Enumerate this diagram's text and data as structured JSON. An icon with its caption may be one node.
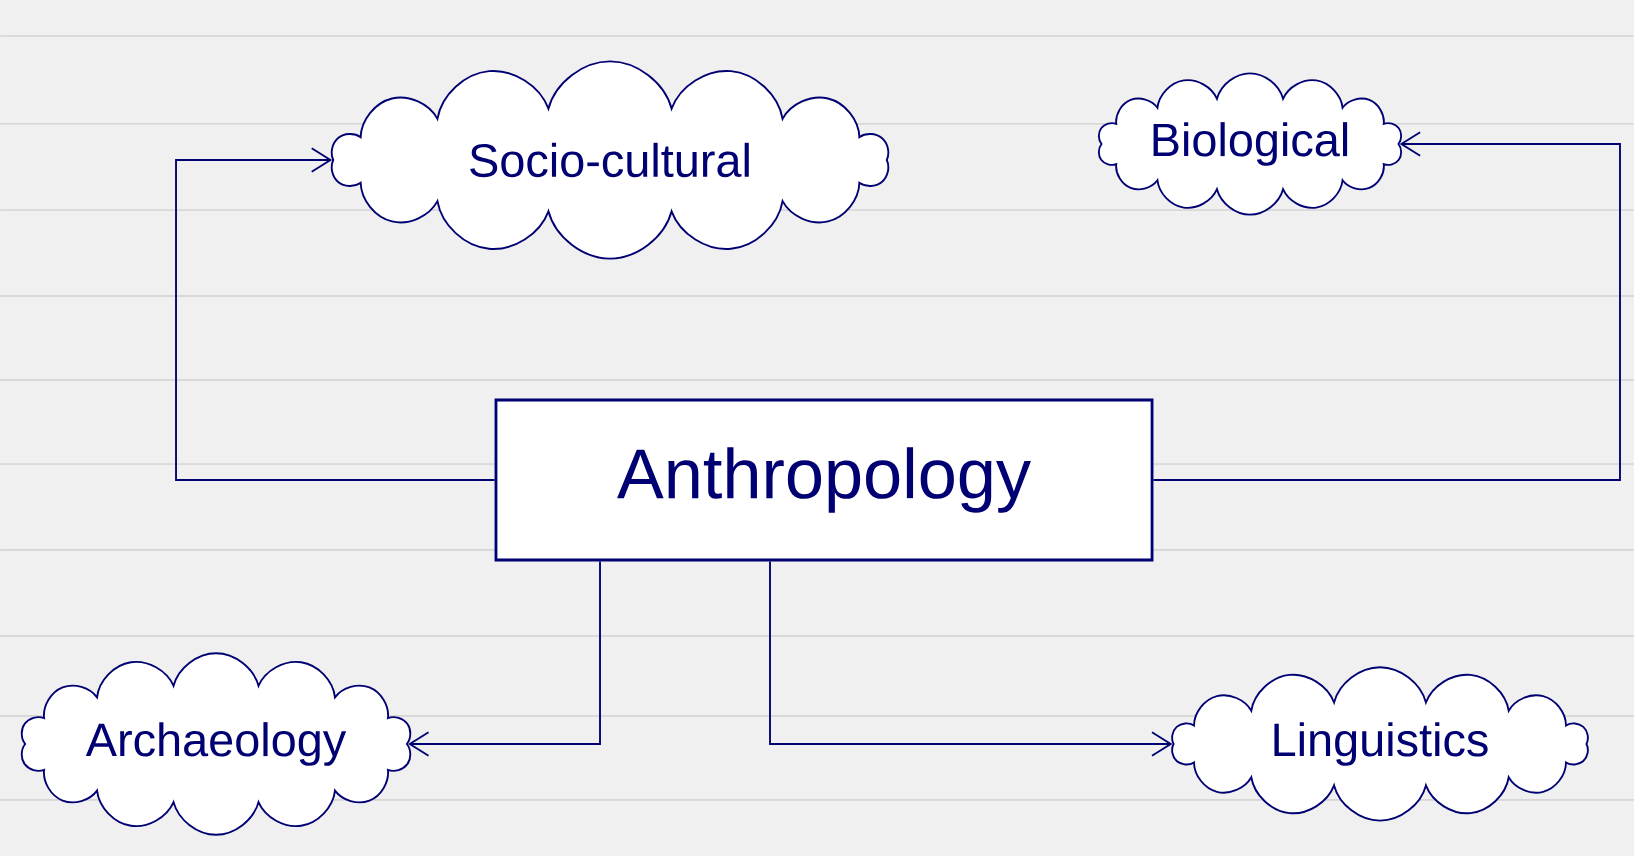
{
  "diagram": {
    "nodes": [
      {
        "text": [
          "Socio-cultural"
        ]
      },
      {
        "text": [
          "Biological"
        ]
      },
      {
        "text": [
          "Anthropology"
        ]
      },
      {
        "text": [
          "Archaeology"
        ]
      },
      {
        "text": [
          "Linguistics"
        ]
      }
    ],
    "edges": [
      {
        "from": 2,
        "to": 0,
        "arrow": "to"
      },
      {
        "from": 2,
        "to": 1,
        "arrow": "to"
      },
      {
        "from": 2,
        "to": 3,
        "arrow": "to"
      },
      {
        "from": 2,
        "to": 4,
        "arrow": "to"
      }
    ]
  }
}
